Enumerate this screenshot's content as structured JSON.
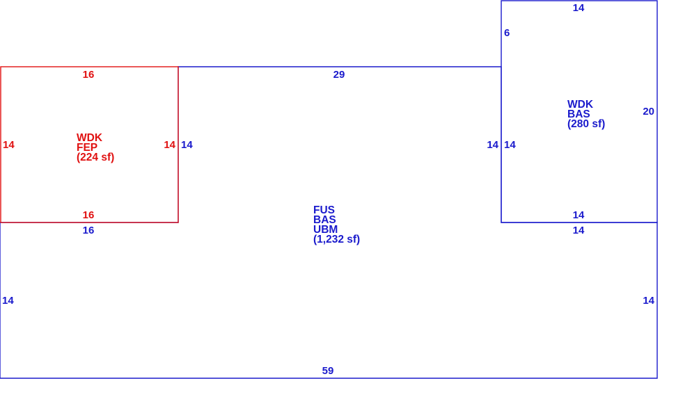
{
  "colors": {
    "main": "#1a1acc",
    "porch": "#e01010",
    "background": "#ffffff"
  },
  "main_area": {
    "codes": [
      "FUS",
      "BAS",
      "UBM"
    ],
    "area": "(1,232 sf)",
    "dims": {
      "top": "29",
      "bottom": "59",
      "left_lower": "14",
      "right_lower": "14",
      "left_upper_inner": "14",
      "right_upper_inner": "14",
      "step_left": "16",
      "step_right": "14"
    }
  },
  "deck_area": {
    "codes": [
      "WDK",
      "BAS"
    ],
    "area": "(280 sf)",
    "dims": {
      "top": "14",
      "jog": "6",
      "right": "20",
      "left": "14",
      "bottom": "14"
    }
  },
  "porch_area": {
    "codes": [
      "WDK",
      "FEP"
    ],
    "area": "(224 sf)",
    "dims": {
      "top": "16",
      "bottom": "16",
      "left": "14",
      "right": "14"
    }
  }
}
